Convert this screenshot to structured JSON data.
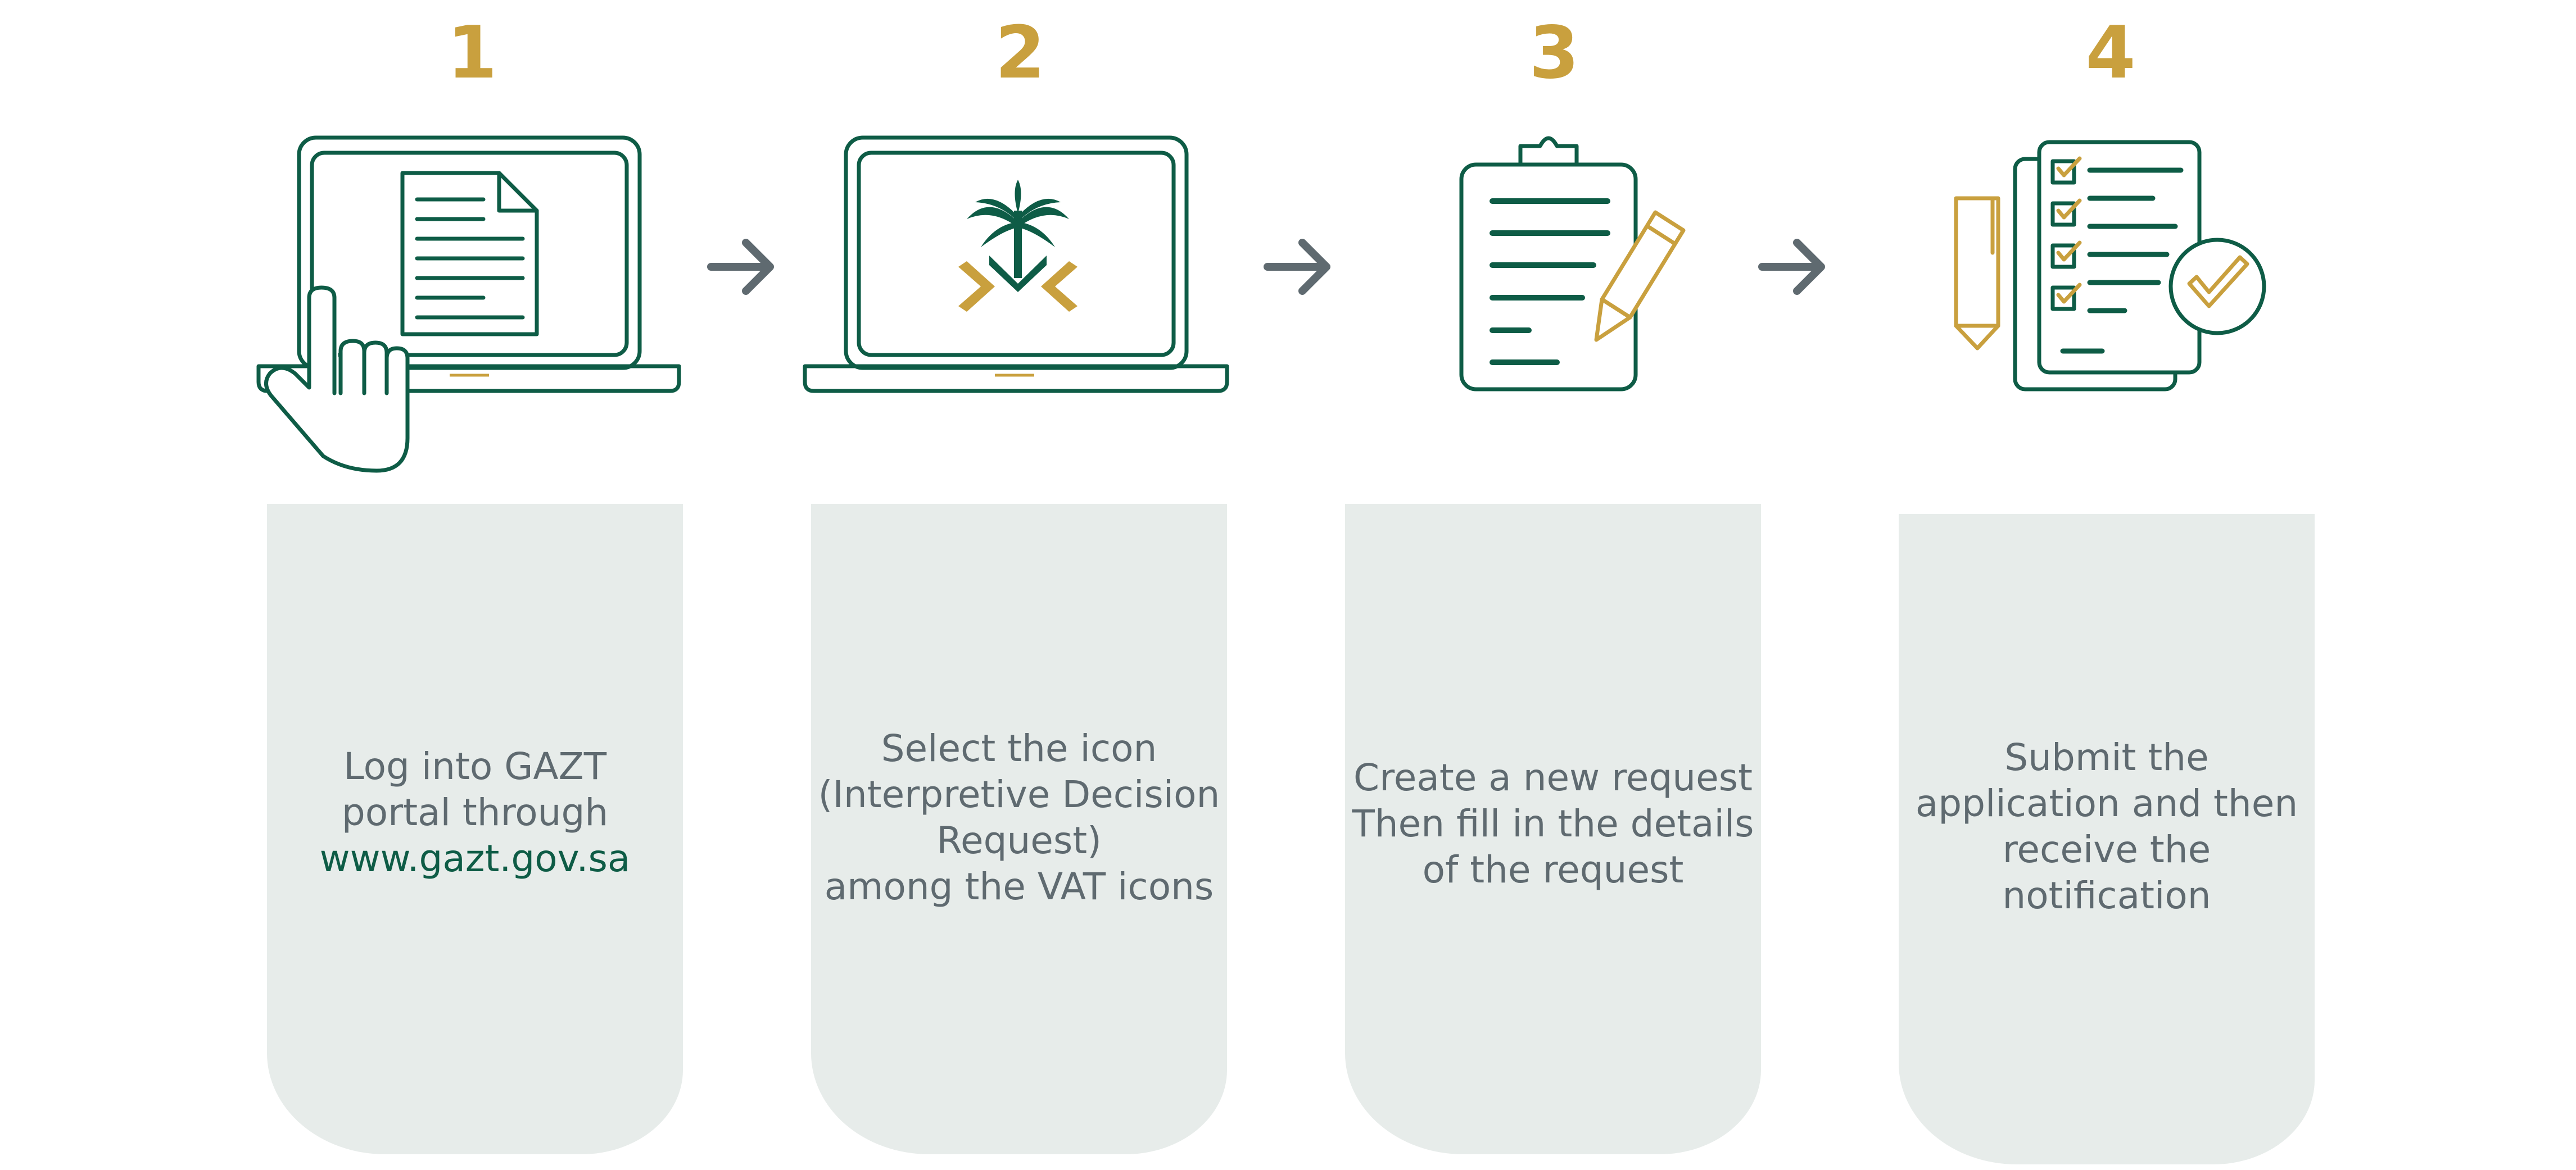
{
  "colors": {
    "gold": "#c9a03e",
    "green": "#0e5c46",
    "arrow": "#5f6a70",
    "card": "#e7ecea",
    "text": "#5f6a70"
  },
  "steps": [
    {
      "number": "1",
      "icon": "laptop-document-hand-icon",
      "lines": [
        "Log into GAZT",
        "portal through",
        "www.gazt.gov.sa"
      ]
    },
    {
      "number": "2",
      "icon": "laptop-emblem-icon",
      "lines": [
        "Select the icon",
        "(Interpretive Decision",
        "Request)",
        "among the VAT icons"
      ]
    },
    {
      "number": "3",
      "icon": "clipboard-pencil-icon",
      "lines": [
        "Create a new request",
        "Then fill in the details",
        "of the request"
      ]
    },
    {
      "number": "4",
      "icon": "checklist-approval-icon",
      "lines": [
        "Submit the",
        "application and then",
        "receive the",
        "notification"
      ]
    }
  ],
  "arrows": [
    "arrow-right-icon",
    "arrow-right-icon",
    "arrow-right-icon"
  ]
}
